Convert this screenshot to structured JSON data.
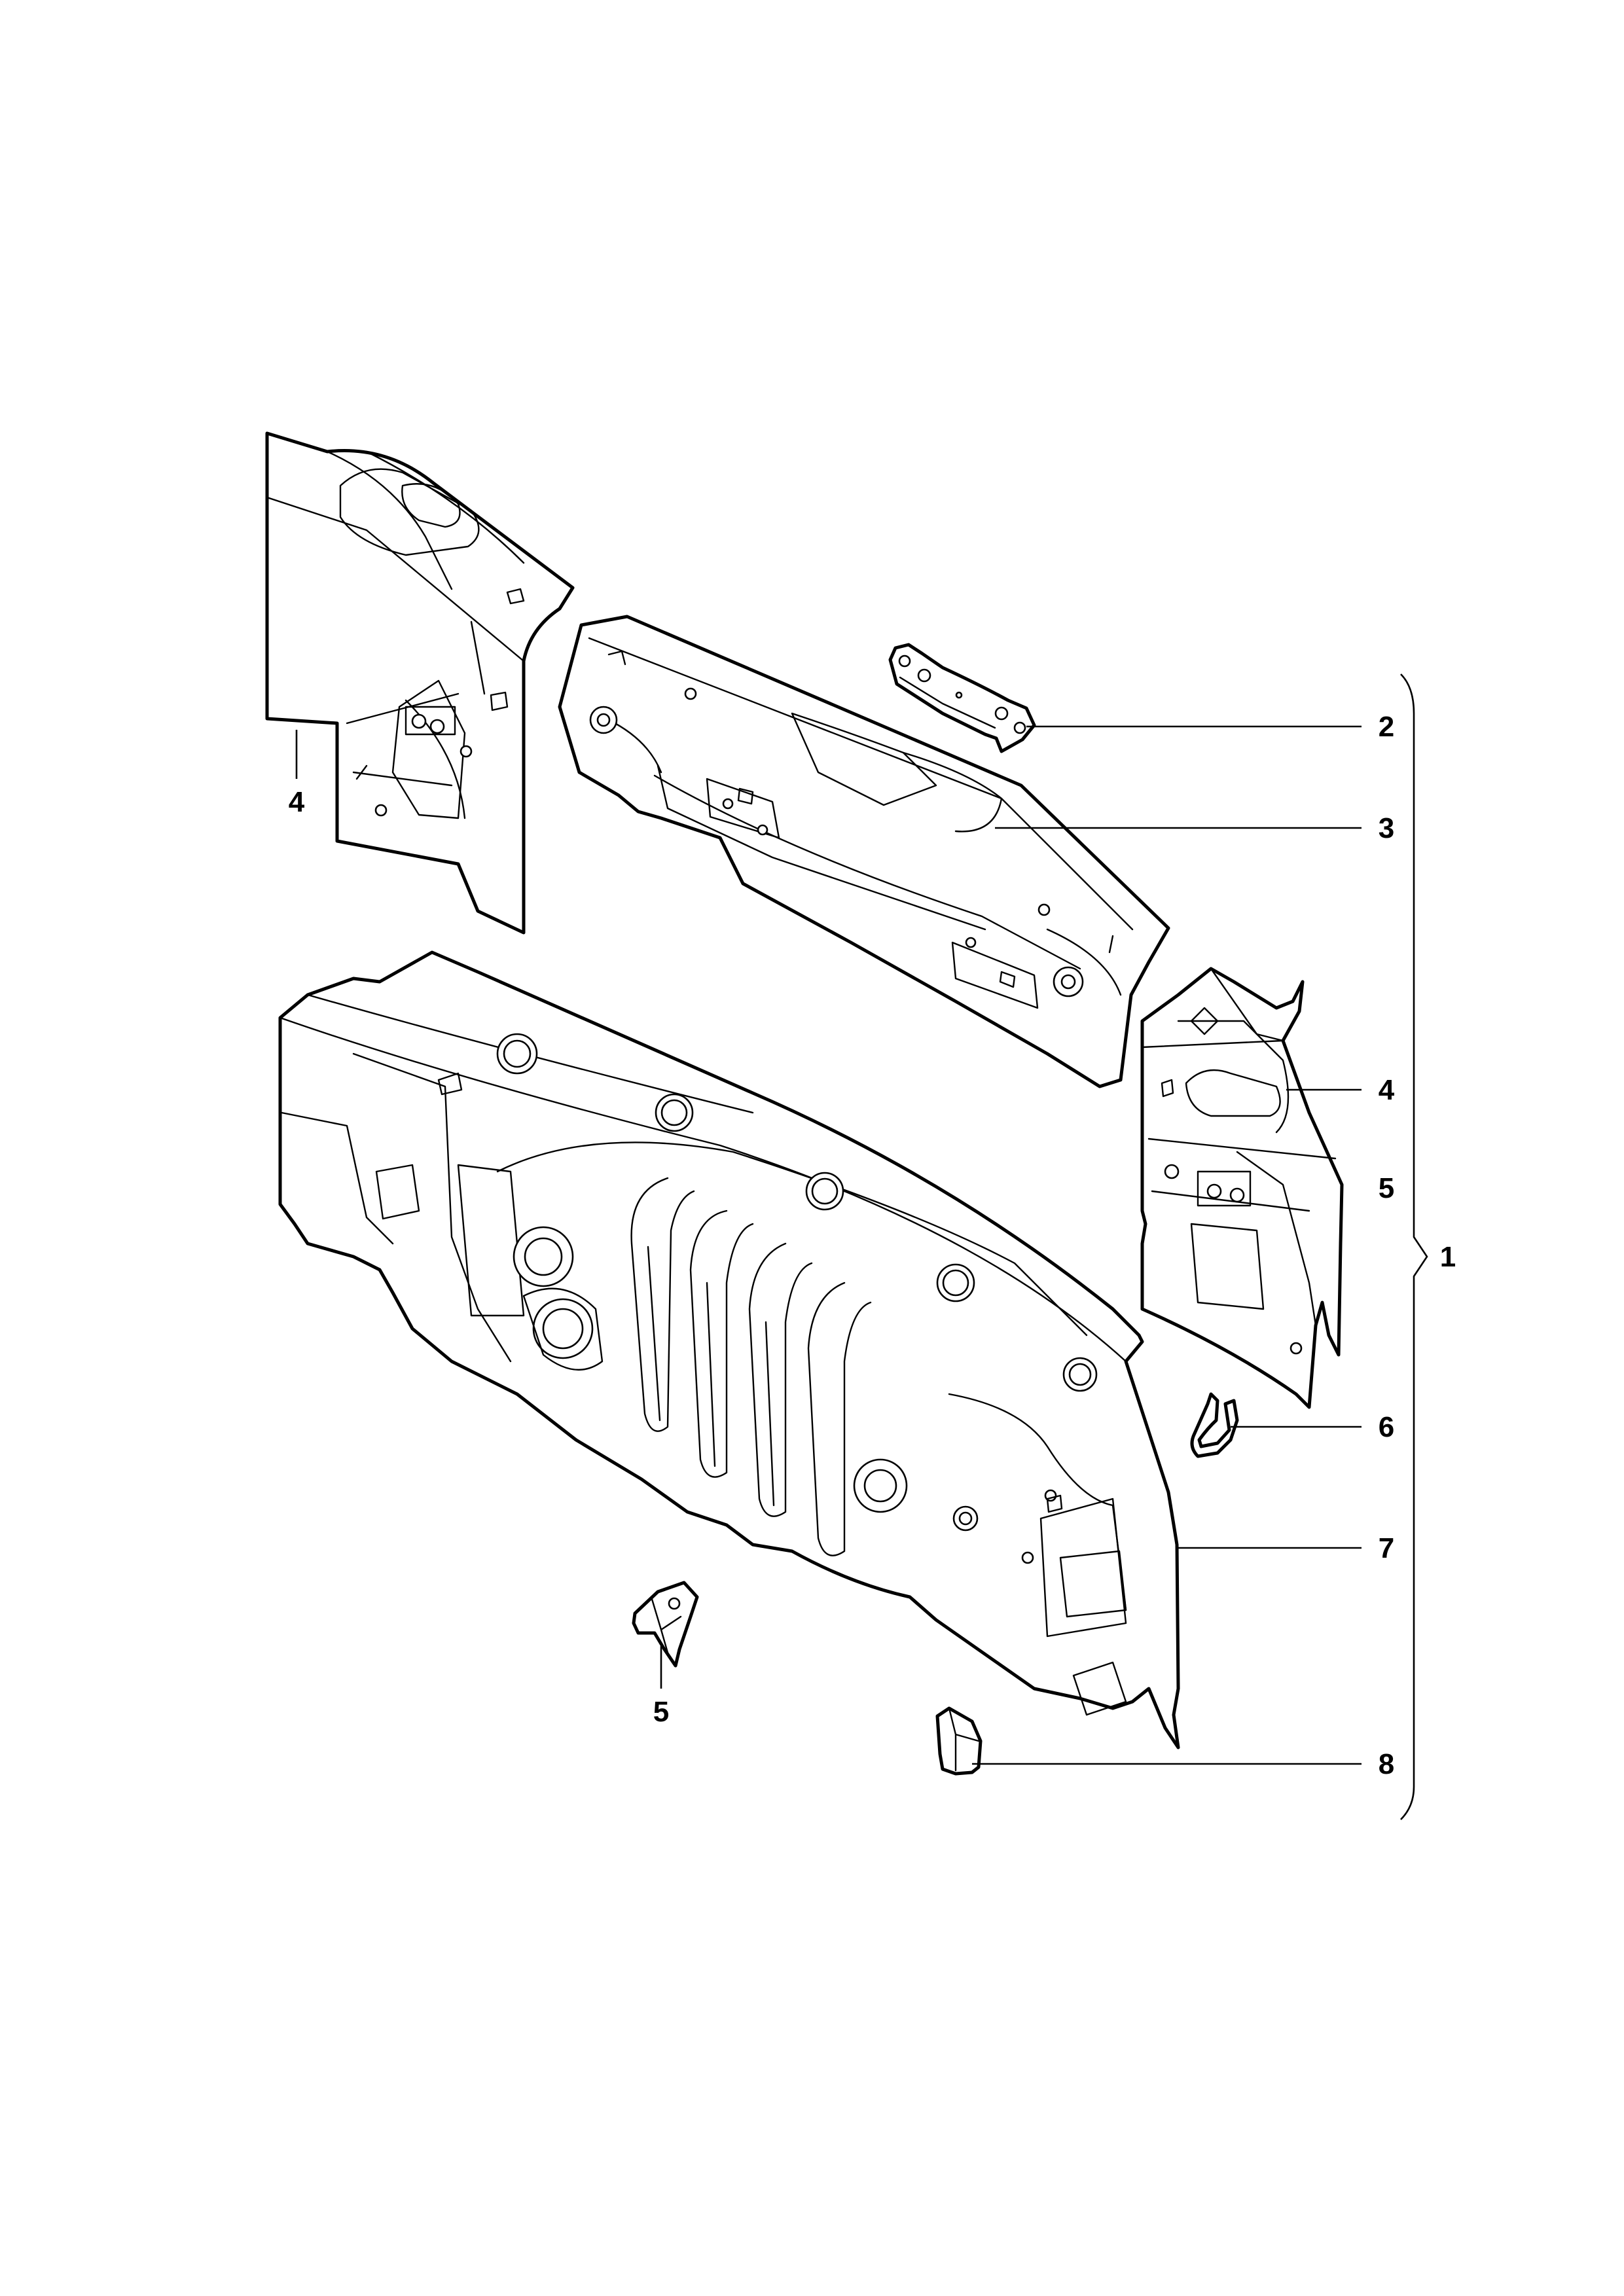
{
  "diagram": {
    "type": "exploded-parts-diagram",
    "callouts": {
      "c1": "1",
      "c2": "2",
      "c3": "3",
      "c4_left": "4",
      "c4_right": "4",
      "c5_right": "5",
      "c5_bottom": "5",
      "c6": "6",
      "c7": "7",
      "c8": "8"
    },
    "colors": {
      "line": "#000000",
      "background": "#ffffff"
    }
  }
}
